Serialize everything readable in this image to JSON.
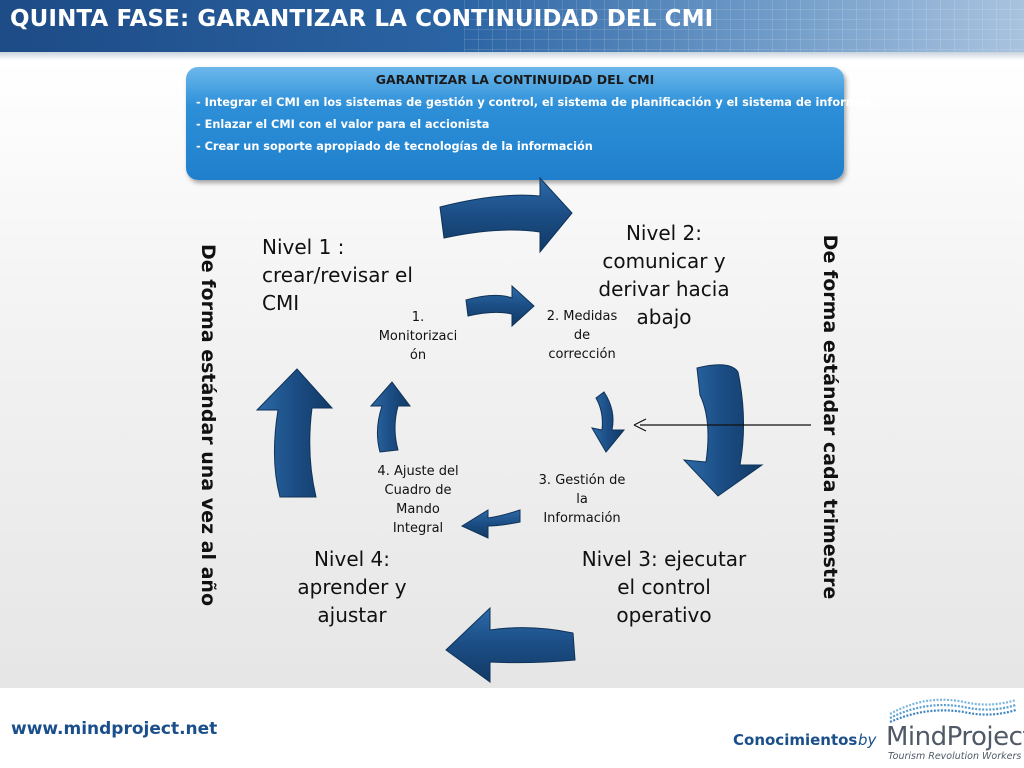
{
  "header": {
    "title": "QUINTA FASE: GARANTIZAR LA CONTINUIDAD DEL CMI"
  },
  "info_box": {
    "title": "GARANTIZAR LA CONTINUIDAD DEL CMI",
    "items": [
      "- Integrar el CMI en  los  sistemas de gestión y control, el sistema de planificación y el sistema de informes.",
      "- Enlazar el CMI con el valor para el accionista",
      "- Crear un soporte apropiado de tecnologías de la información"
    ]
  },
  "outer_cycle": {
    "level1": [
      "Nivel 1 :",
      "crear/revisar el",
      "CMI"
    ],
    "level2": [
      "Nivel 2:",
      "comunicar y",
      "derivar hacia",
      "abajo"
    ],
    "level3": [
      "Nivel 3: ejecutar",
      "el control",
      "operativo"
    ],
    "level4": [
      "Nivel 4:",
      "aprender y",
      "ajustar"
    ]
  },
  "inner_cycle": {
    "step1": [
      "1.",
      "Monitorizaci",
      "ón"
    ],
    "step2": [
      "2. Medidas",
      "de",
      "corrección"
    ],
    "step3": [
      "3. Gestión de",
      "la",
      "Información"
    ],
    "step4": [
      "4. Ajuste del",
      "Cuadro de",
      "Mando",
      "Integral"
    ]
  },
  "side_labels": {
    "left": "De forma estándar una vez al año",
    "right": "De forma estándar cada trimestre"
  },
  "footer": {
    "url": "www.mindproject.net",
    "conocimientos": "Conocimientos",
    "by": "by",
    "logo_name": "MindProject",
    "logo_tagline": "Tourism Revolution Workers"
  },
  "colors": {
    "header_blue": "#1d4b86",
    "box_blue": "#2d8fd8",
    "arrow_navy": "#1b4d84",
    "footer_text": "#1a4f8c"
  }
}
